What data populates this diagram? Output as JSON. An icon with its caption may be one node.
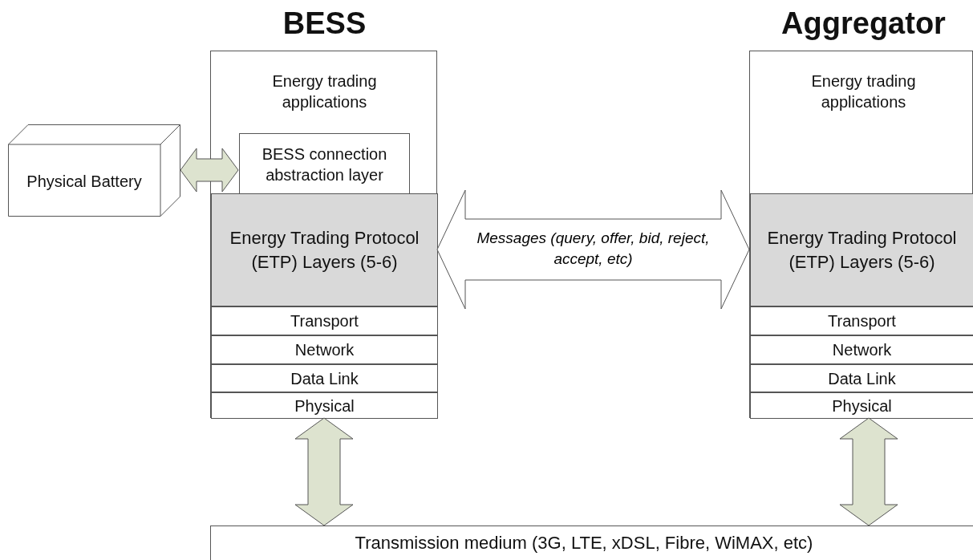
{
  "diagram": {
    "nodes": [
      {
        "text": [
          "BESS",
          "Energy trading applications"
        ]
      },
      {
        "text": [
          "BESS connection abstraction layer"
        ],
        "in": 0
      },
      {
        "text": [
          "Energy Trading Protocol (ETP) Layers (5-6)"
        ],
        "in": 0
      },
      {
        "text": [
          "Transport"
        ],
        "in": 0
      },
      {
        "text": [
          "Network"
        ],
        "in": 0
      },
      {
        "text": [
          "Data Link"
        ],
        "in": 0
      },
      {
        "text": [
          "Physical"
        ],
        "in": 0
      },
      {
        "text": [
          "Physical Battery"
        ]
      },
      {
        "text": [
          "Aggregator",
          "Energy trading applications"
        ]
      },
      {
        "text": [
          "Energy Trading Protocol (ETP) Layers (5-6)"
        ],
        "in": 8
      },
      {
        "text": [
          "Transport"
        ],
        "in": 8
      },
      {
        "text": [
          "Network"
        ],
        "in": 8
      },
      {
        "text": [
          "Data Link"
        ],
        "in": 8
      },
      {
        "text": [
          "Physical"
        ],
        "in": 8
      },
      {
        "text": [
          "Transmission medium (3G, LTE, xDSL, Fibre, WiMAX, etc)"
        ]
      }
    ],
    "edges": [
      {
        "from": 7,
        "to": 1,
        "arrow": "both"
      },
      {
        "from": 2,
        "to": 9,
        "arrow": "both",
        "label": "Messages (query, offer, bid, reject, accept, etc)",
        "color": "#ffffff"
      },
      {
        "from": 6,
        "to": 14,
        "arrow": "both"
      },
      {
        "from": 13,
        "to": 14,
        "arrow": "both"
      }
    ]
  }
}
